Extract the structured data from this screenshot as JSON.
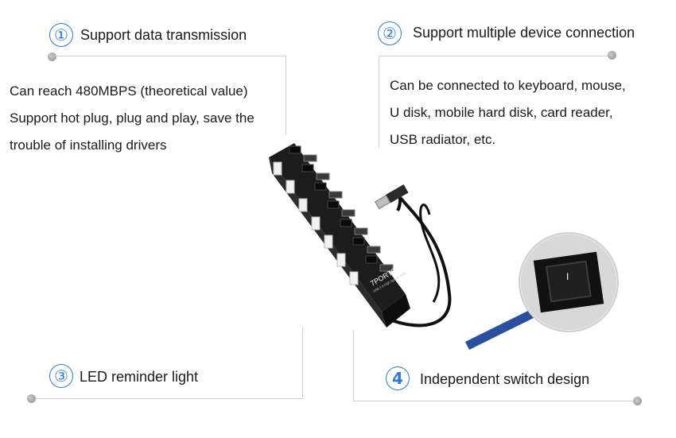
{
  "features": [
    {
      "number": "①",
      "title": "Support data transmission"
    },
    {
      "number": "②",
      "title": "Support multiple device connection"
    },
    {
      "number": "③",
      "title": "LED reminder light"
    },
    {
      "number": "4",
      "title": "Independent switch design"
    }
  ],
  "left_text": {
    "line1": "Can reach 480MBPS (theoretical value)",
    "line2": "Support hot plug, plug and play, save the",
    "line3": "trouble of installing drivers"
  },
  "right_text": {
    "line1": "Can be connected to keyboard, mouse,",
    "line2": "U disk, mobile hard disk, card reader,",
    "line3": "USB radiator, etc."
  },
  "product": {
    "label_main": "7PORTS",
    "label_sub": "USB 2.0 High Speed HUB"
  },
  "switch": {
    "label": "I"
  },
  "colors": {
    "accent": "#2f7bd1",
    "hub_body": "#1c1c1c",
    "pointer": "#2a4f9e"
  }
}
